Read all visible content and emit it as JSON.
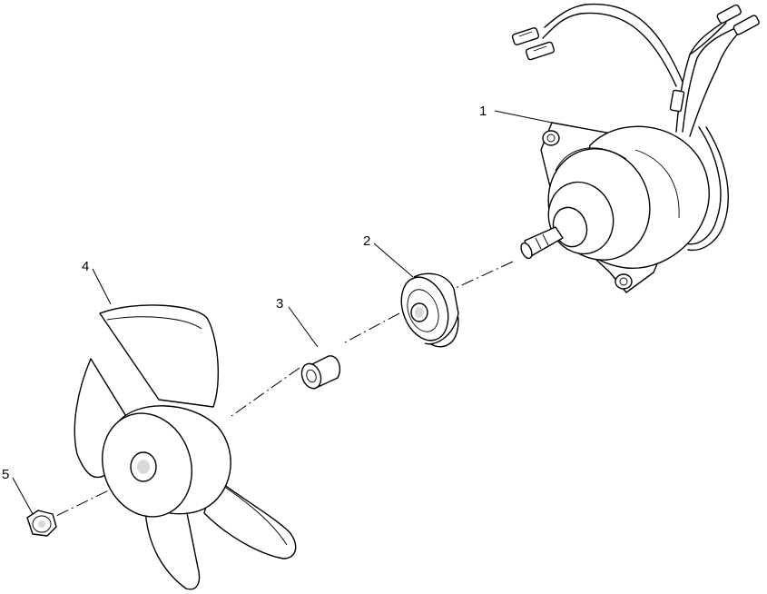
{
  "callouts": [
    {
      "id": "1",
      "label": "1",
      "part": "fan-motor"
    },
    {
      "id": "2",
      "label": "2",
      "part": "rubber-mount"
    },
    {
      "id": "3",
      "label": "3",
      "part": "spacer"
    },
    {
      "id": "4",
      "label": "4",
      "part": "fan-blade"
    },
    {
      "id": "5",
      "label": "5",
      "part": "nut"
    }
  ],
  "colors": {
    "line": "#000000",
    "shade": "#d9d9d9",
    "background": "#ffffff"
  }
}
